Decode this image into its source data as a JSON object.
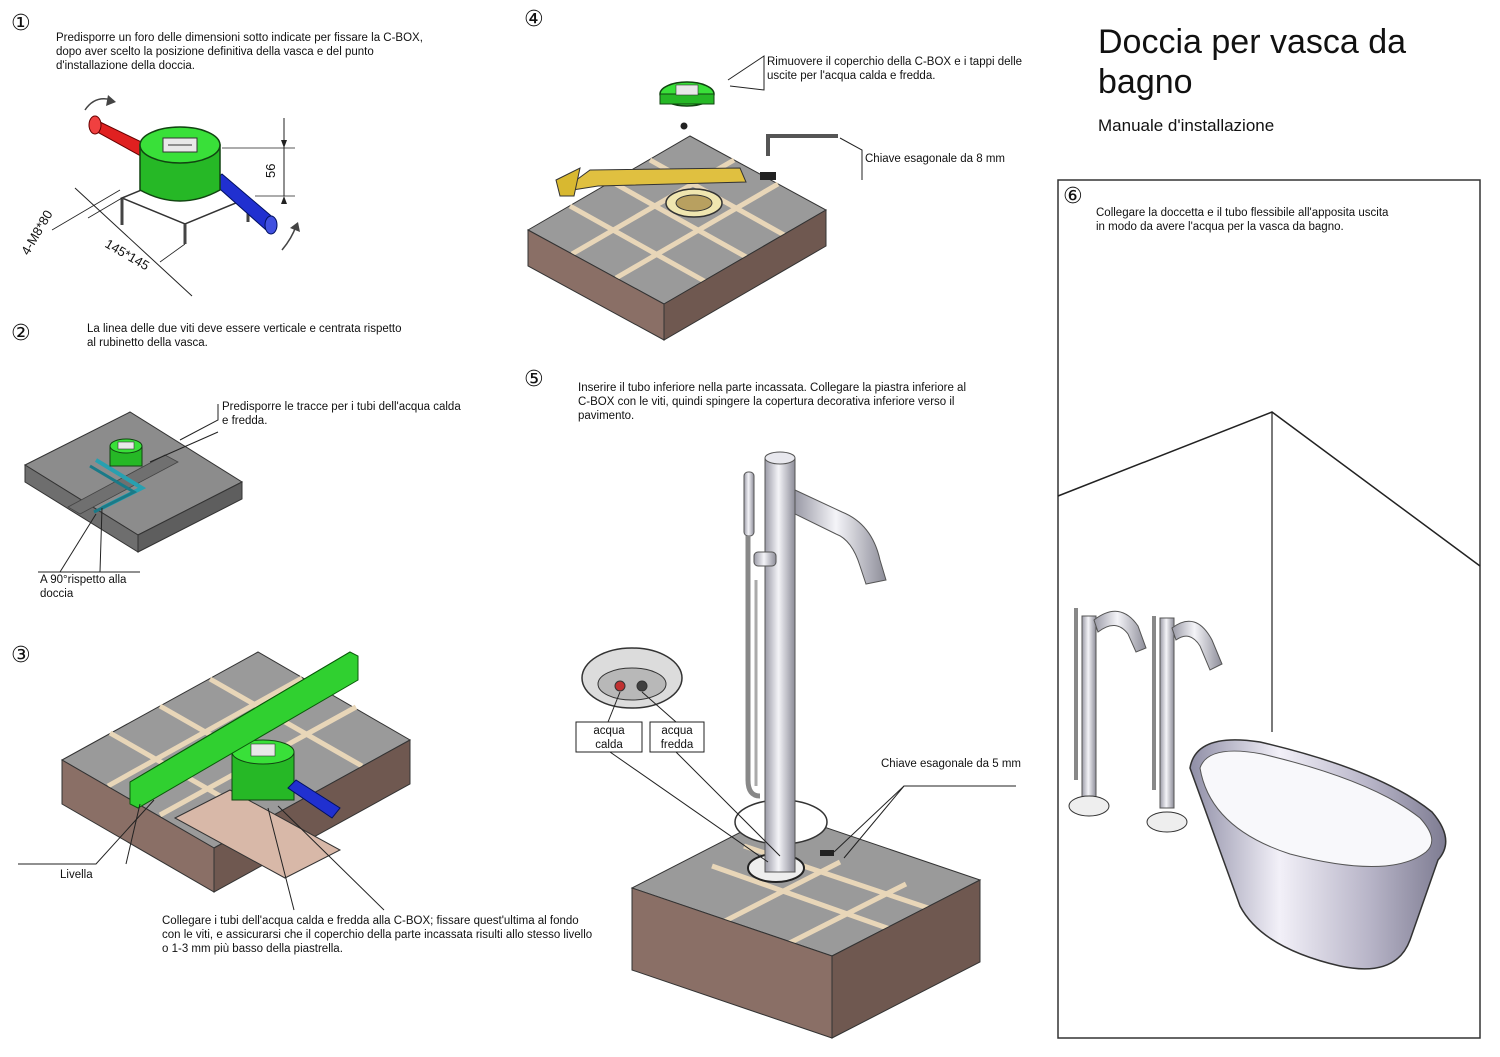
{
  "title": {
    "main": "Doccia per vasca da bagno",
    "sub": "Manuale d'installazione"
  },
  "steps": [
    {
      "number": "①",
      "text": "Predisporre un foro delle dimensioni sotto indicate per fissare la C-BOX, dopo aver scelto la posizione definitiva della vasca e del punto d'installazione della doccia.",
      "dimensions": {
        "screws": "4-M8*80",
        "size": "145*145",
        "height": "56"
      }
    },
    {
      "number": "②",
      "text": "La linea delle due viti deve essere verticale e centrata rispetto al rubinetto della vasca.",
      "labels": {
        "pipes": "Predisporre le tracce per i tubi dell'acqua calda e fredda.",
        "angle": "A 90°rispetto alla doccia"
      }
    },
    {
      "number": "③",
      "labels": {
        "level": "Livella"
      },
      "text": "Collegare i tubi dell'acqua calda e fredda alla C-BOX; fissare quest'ultima al fondo con le viti, e assicurarsi che il coperchio della parte incassata risulti allo stesso livello o 1-3 mm più basso della piastrella."
    },
    {
      "number": "④",
      "labels": {
        "cover": "Rimuovere il coperchio della C-BOX e i tappi delle uscite per l'acqua calda e fredda.",
        "wrench": "Chiave esagonale da 8 mm"
      }
    },
    {
      "number": "⑤",
      "text": "Inserire il tubo inferiore nella parte incassata. Collegare la piastra inferiore al C-BOX con le viti, quindi spingere la copertura decorativa inferiore verso il pavimento.",
      "labels": {
        "hot": "acqua calda",
        "cold": "acqua fredda",
        "wrench": "Chiave esagonale da 5 mm"
      }
    },
    {
      "number": "⑥",
      "text": "Collegare la doccetta e il tubo flessibile all'apposita uscita in modo da avere l'acqua per la vasca da bagno."
    }
  ],
  "colors": {
    "box_green": "#2fd62f",
    "hot_red": "#e02020",
    "cold_blue": "#2030d0",
    "tile": "#9a9a9a",
    "soil": "#8a6f66",
    "grout": "#e8d6b8"
  }
}
